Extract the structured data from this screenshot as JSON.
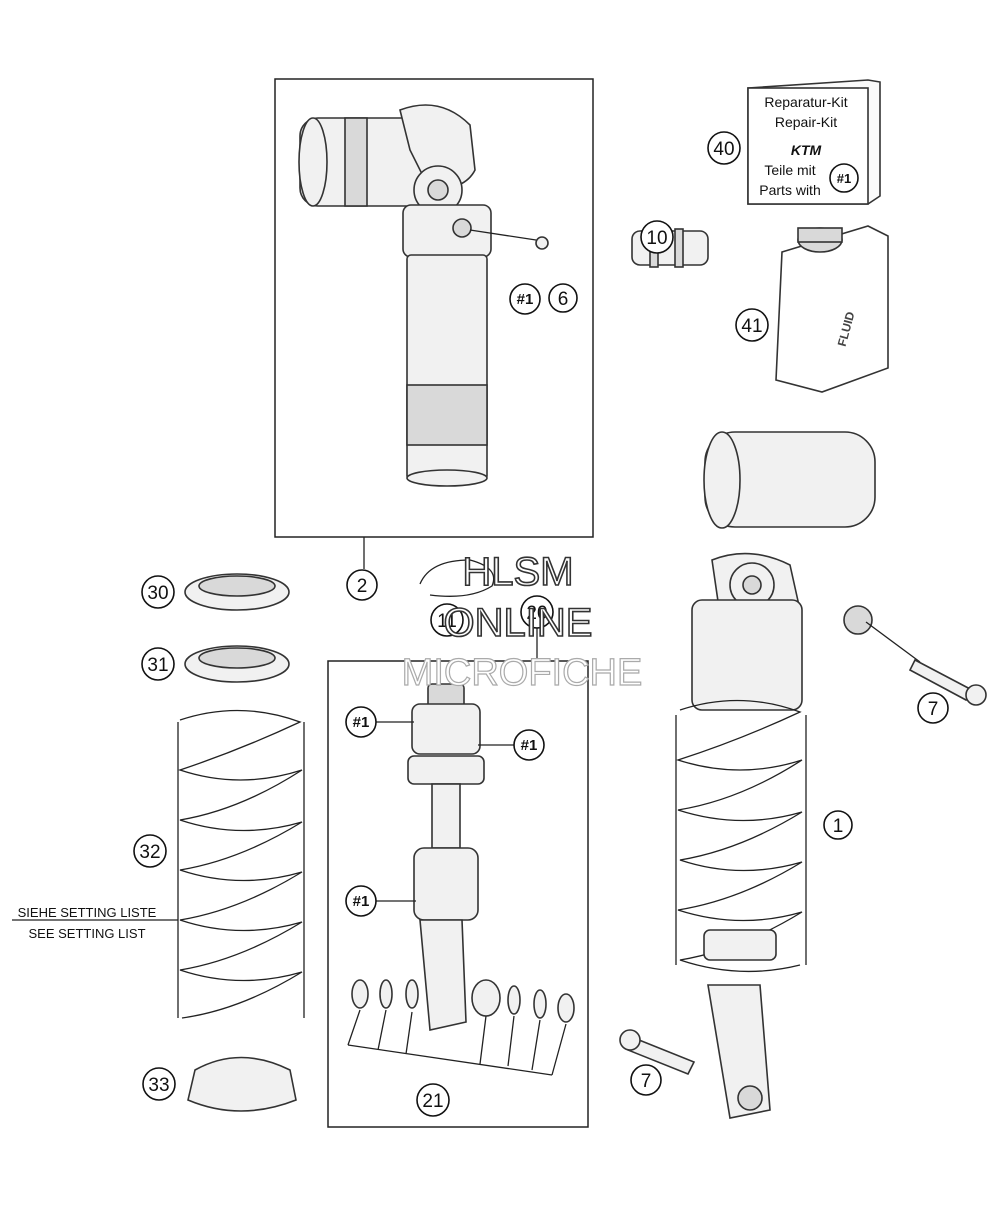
{
  "diagram": {
    "callouts": {
      "c1": "1",
      "c2": "2",
      "c6": "6",
      "c7a": "7",
      "c7b": "7",
      "c10": "10",
      "c11": "11",
      "c20": "20",
      "c21": "21",
      "c30": "30",
      "c31": "31",
      "c32": "32",
      "c33": "33",
      "c40": "40",
      "c41": "41"
    },
    "kit_tags": {
      "t1": "#1",
      "t2": "#1",
      "t3": "#1",
      "t4": "#1",
      "t5": "#1"
    },
    "spring_note": {
      "line1": "SIEHE SETTING LISTE",
      "line2": "SEE SETTING LIST"
    },
    "repair_kit_label": {
      "line1": "Reparatur-Kit",
      "line2": "Repair-Kit",
      "brand": "KTM",
      "line3": "Teile mit",
      "line4": "Parts with",
      "tag": "#1"
    },
    "fluid_label": "FLUID",
    "watermark": {
      "line1": "HLSM",
      "line2": "ONLINE",
      "line3": "MICROFICHE"
    }
  }
}
